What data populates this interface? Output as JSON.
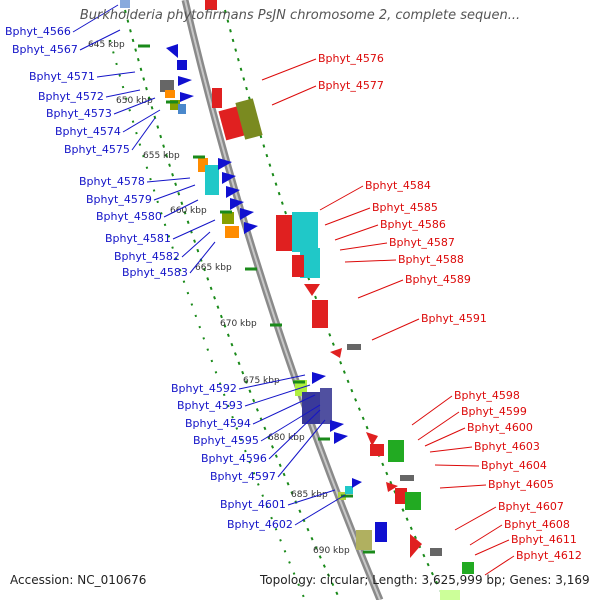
{
  "title": "Burkholderia phytofirmans PsJN chromosome 2, complete sequen...",
  "footer": {
    "accession": "Accession: NC_010676",
    "summary": "Topology: circular; Length: 3,625,999 bp; Genes: 3,169"
  },
  "colors": {
    "left_label": "#1414c8",
    "right_label": "#dc0a0a",
    "backbone": "#8a8a8a",
    "tick": "#1a8a1a"
  },
  "scale_labels": [
    "645 kbp",
    "650 kbp",
    "655 kbp",
    "660 kbp",
    "665 kbp",
    "670 kbp",
    "675 kbp",
    "680 kbp",
    "685 kbp",
    "690 kbp"
  ],
  "left_genes": [
    "Bphyt_4566",
    "Bphyt_4567",
    "Bphyt_4571",
    "Bphyt_4572",
    "Bphyt_4573",
    "Bphyt_4574",
    "Bphyt_4575",
    "Bphyt_4578",
    "Bphyt_4579",
    "Bphyt_4580",
    "Bphyt_4581",
    "Bphyt_4582",
    "Bphyt_4583",
    "Bphyt_4592",
    "Bphyt_4593",
    "Bphyt_4594",
    "Bphyt_4595",
    "Bphyt_4596",
    "Bphyt_4597",
    "Bphyt_4601",
    "Bphyt_4602"
  ],
  "right_genes": [
    "Bphyt_4576",
    "Bphyt_4577",
    "Bphyt_4584",
    "Bphyt_4585",
    "Bphyt_4586",
    "Bphyt_4587",
    "Bphyt_4588",
    "Bphyt_4589",
    "Bphyt_4591",
    "Bphyt_4598",
    "Bphyt_4599",
    "Bphyt_4600",
    "Bphyt_4603",
    "Bphyt_4604",
    "Bphyt_4605",
    "Bphyt_4607",
    "Bphyt_4608",
    "Bphyt_4611",
    "Bphyt_4612"
  ]
}
